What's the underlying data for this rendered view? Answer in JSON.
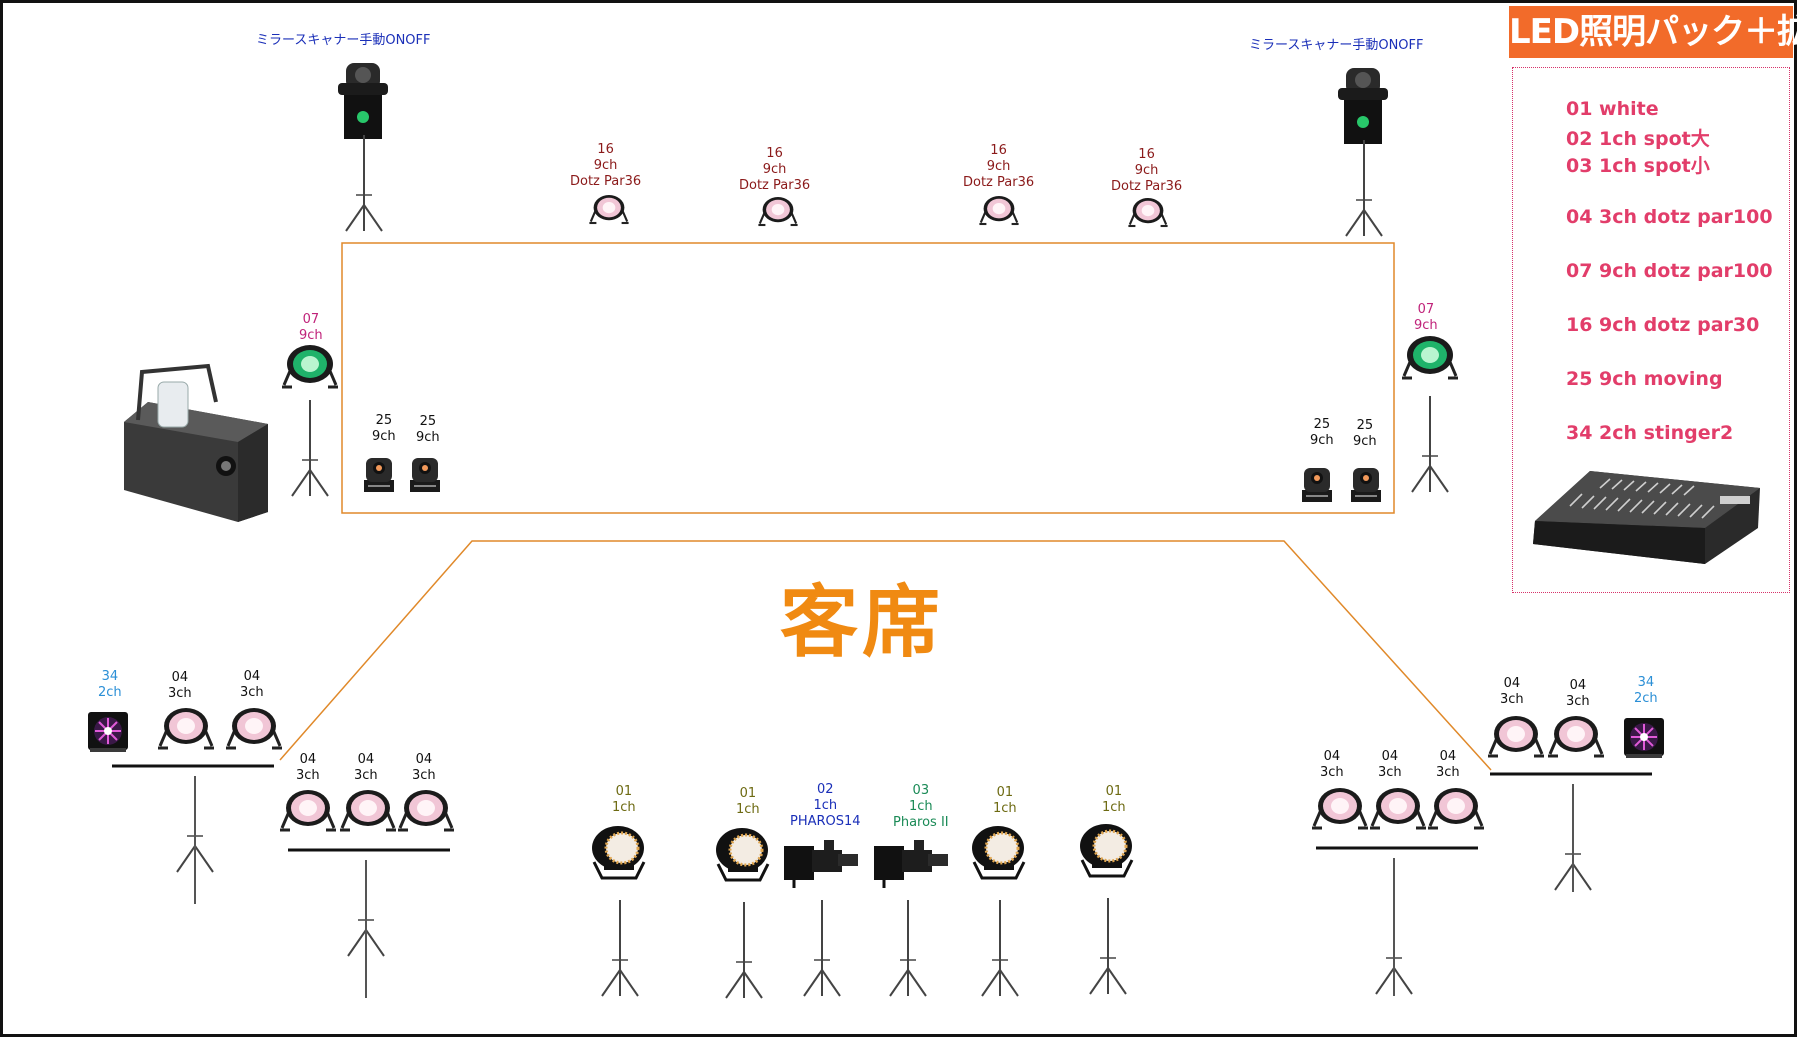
{
  "title_badge": "LED照明パック＋拡張",
  "audience_label": "客席",
  "legend": [
    {
      "text": "01 white"
    },
    {
      "text": "02 1ch spot大"
    },
    {
      "text": "03 1ch spot小"
    },
    {
      "text": "04 3ch dotz par100"
    },
    {
      "text": "07 9ch dotz par100"
    },
    {
      "text": "16 9ch dotz par30"
    },
    {
      "text": "25 9ch moving"
    },
    {
      "text": "34 2ch stinger2"
    }
  ],
  "scanner_labels": {
    "left": "ミラースキャナー手動ONOFF",
    "right": "ミラースキャナー手動ONOFF"
  },
  "top_par36": [
    {
      "num": "16",
      "ch": "9ch",
      "model": "Dotz Par36"
    },
    {
      "num": "16",
      "ch": "9ch",
      "model": "Dotz Par36"
    },
    {
      "num": "16",
      "ch": "9ch",
      "model": "Dotz Par36"
    },
    {
      "num": "16",
      "ch": "9ch",
      "model": "Dotz Par36"
    }
  ],
  "side_07": {
    "left": {
      "num": "07",
      "ch": "9ch"
    },
    "right": {
      "num": "07",
      "ch": "9ch"
    }
  },
  "moving_heads": [
    {
      "num": "25",
      "ch": "9ch"
    },
    {
      "num": "25",
      "ch": "9ch"
    },
    {
      "num": "25",
      "ch": "9ch"
    },
    {
      "num": "25",
      "ch": "9ch"
    }
  ],
  "left_upper_bar": [
    {
      "num": "34",
      "ch": "2ch"
    },
    {
      "num": "04",
      "ch": "3ch"
    },
    {
      "num": "04",
      "ch": "3ch"
    }
  ],
  "left_lower_bar": [
    {
      "num": "04",
      "ch": "3ch"
    },
    {
      "num": "04",
      "ch": "3ch"
    },
    {
      "num": "04",
      "ch": "3ch"
    }
  ],
  "right_upper_bar": [
    {
      "num": "04",
      "ch": "3ch"
    },
    {
      "num": "04",
      "ch": "3ch"
    },
    {
      "num": "34",
      "ch": "2ch"
    }
  ],
  "right_lower_bar": [
    {
      "num": "04",
      "ch": "3ch"
    },
    {
      "num": "04",
      "ch": "3ch"
    },
    {
      "num": "04",
      "ch": "3ch"
    }
  ],
  "front_lights": [
    {
      "num": "01",
      "ch": "1ch",
      "model": ""
    },
    {
      "num": "01",
      "ch": "1ch",
      "model": ""
    },
    {
      "num": "02",
      "ch": "1ch",
      "model": "PHAROS14"
    },
    {
      "num": "03",
      "ch": "1ch",
      "model": "Pharos II"
    },
    {
      "num": "01",
      "ch": "1ch",
      "model": ""
    },
    {
      "num": "01",
      "ch": "1ch",
      "model": ""
    }
  ],
  "colors": {
    "stage_line": "#e0892a",
    "audience": "#f08a12",
    "legend_text": "#e23d6a",
    "badge_bg": "#f26b2a"
  }
}
